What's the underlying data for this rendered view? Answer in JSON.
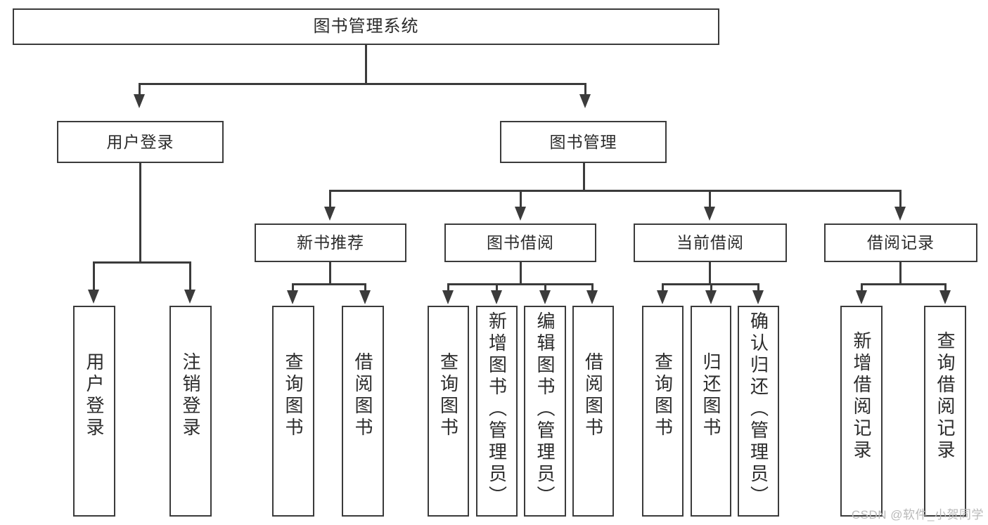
{
  "diagram": {
    "title": "图书管理系统",
    "type": "hierarchy-tree",
    "root": {
      "label": "图书管理系统"
    },
    "level1": [
      {
        "label": "用户登录"
      },
      {
        "label": "图书管理"
      }
    ],
    "level2": [
      {
        "label": "新书推荐"
      },
      {
        "label": "图书借阅"
      },
      {
        "label": "当前借阅"
      },
      {
        "label": "借阅记录"
      }
    ],
    "leaves": {
      "user_login": [
        {
          "label": "用户登录"
        },
        {
          "label": "注销登录"
        }
      ],
      "new_book": [
        {
          "label": "查询图书"
        },
        {
          "label": "借阅图书"
        }
      ],
      "book_borrow": [
        {
          "label": "查询图书"
        },
        {
          "label": "新增图书（管理员）"
        },
        {
          "label": "编辑图书（管理员）"
        },
        {
          "label": "借阅图书"
        }
      ],
      "current_borrow": [
        {
          "label": "查询图书"
        },
        {
          "label": "归还图书"
        },
        {
          "label": "确认归还（管理员）"
        }
      ],
      "borrow_record": [
        {
          "label": "新增借阅记录"
        },
        {
          "label": "查询借阅记录"
        }
      ]
    }
  },
  "watermark": {
    "text": "CSDN @软件_小贺同学"
  },
  "colors": {
    "stroke": "#3b3b3b",
    "text": "#2b2b2b",
    "background": "#ffffff",
    "watermark": "#b9b9b9"
  }
}
